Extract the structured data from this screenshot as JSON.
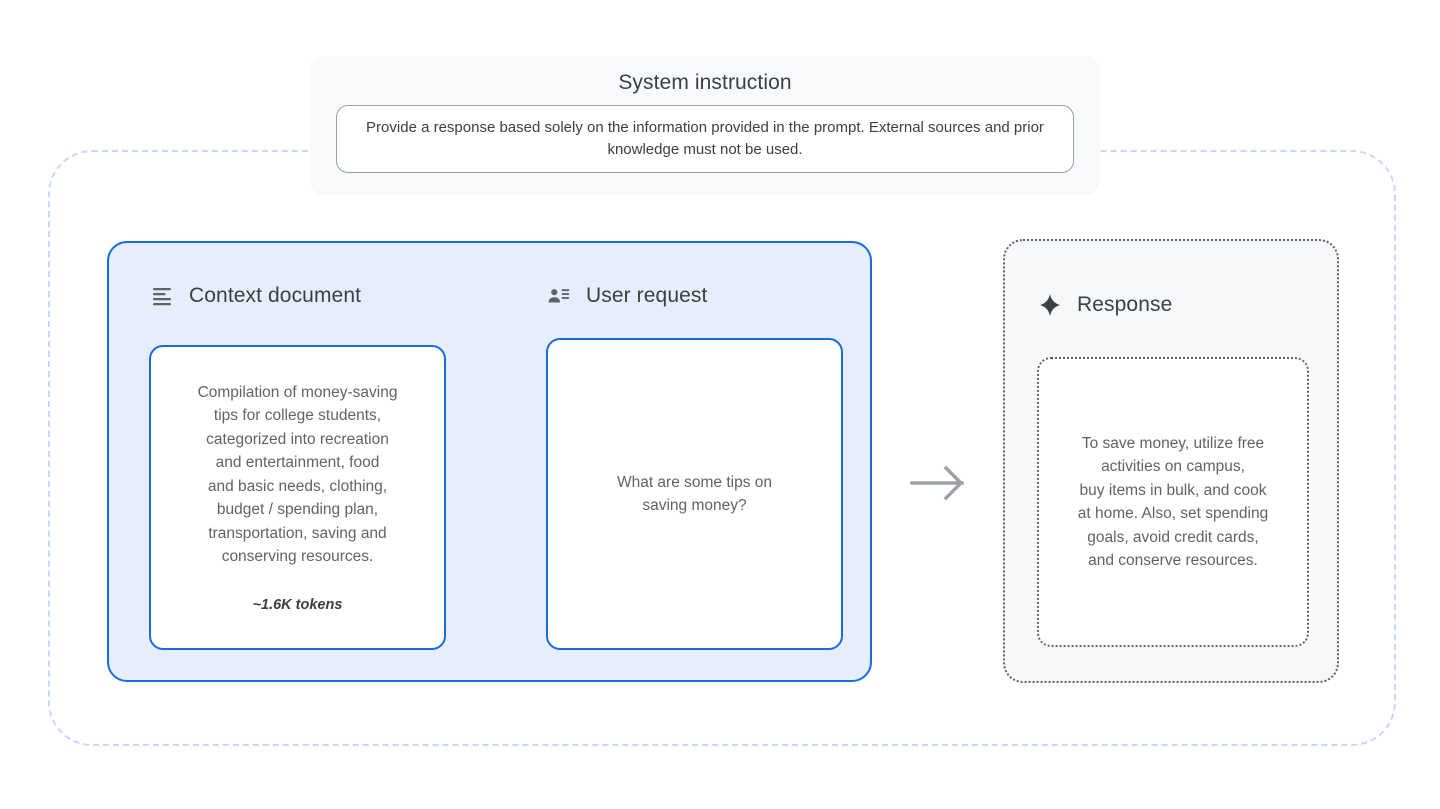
{
  "system": {
    "title": "System instruction",
    "instruction": "Provide a response based solely on the information provided in the prompt.\nExternal sources and prior knowledge must not be used."
  },
  "input_panel": {
    "context": {
      "icon": "notes-icon",
      "label": "Context document",
      "body": "Compilation of money-saving\ntips for college students,\ncategorized into recreation\nand entertainment, food\nand basic needs, clothing,\nbudget / spending plan,\ntransportation, saving and\nconserving resources.",
      "token_note": "~1.6K tokens"
    },
    "request": {
      "icon": "person-list-icon",
      "label": "User request",
      "body": "What are some tips on\nsaving money?"
    }
  },
  "flow": {
    "arrow_icon": "arrow-right-icon"
  },
  "response": {
    "icon": "sparkle-icon",
    "label": "Response",
    "body": "To save money, utilize free\nactivities on campus,\nbuy items in bulk, and cook\nat home. Also, set spending\ngoals, avoid credit cards,\nand conserve resources."
  },
  "colors": {
    "accent_blue": "#1a6ae0",
    "panel_blue_fill": "#e6eefc",
    "outer_dashed": "#c5d8fb",
    "panel_gray_fill": "#f6f8fa",
    "dotted_gray": "#5f6368",
    "system_fill": "#f8f9fa",
    "text": "#3c4043",
    "muted_text": "#5f6368",
    "arrow": "#9aa0a6"
  }
}
